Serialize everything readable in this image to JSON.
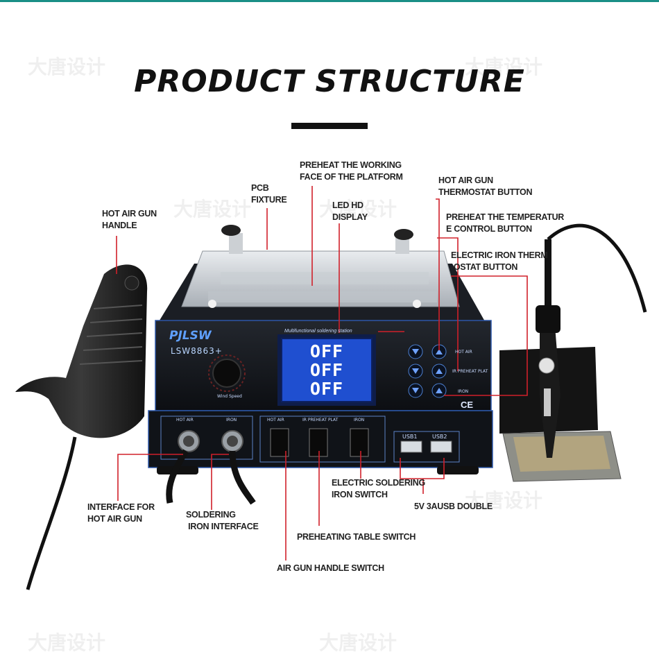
{
  "title": "PRODUCT STRUCTURE",
  "watermark": "大唐设计",
  "display": {
    "lines": [
      "OFF",
      "OFF",
      "OFF"
    ]
  },
  "device": {
    "brand": "PJLSW",
    "model": "LSW8863+",
    "subtitle": "Multifunctional soldering station",
    "knob_label": "Wind Speed",
    "btn_hot_air": "HOT AIR",
    "btn_preheat": "IR PREHEAT PLAT",
    "btn_iron": "IRON",
    "ce": "CE",
    "port_hot_air": "HOT AIR",
    "port_iron": "IRON",
    "sw_hot_air": "HOT AIR",
    "sw_preheat": "IR PREHEAT PLAT",
    "sw_iron": "IRON",
    "usb1": "USB1",
    "usb2": "USB2"
  },
  "labels": {
    "preheat_face": "PREHEAT THE WORKING\nFACE OF THE PLATFORM",
    "pcb_fixture": "PCB\nFIXTURE",
    "led_display": "LED HD\nDISPLAY",
    "hot_air_handle": "HOT AIR GUN\nHANDLE",
    "hot_air_thermostat": "HOT AIR GUN\nTHERMOSTAT BUTTON",
    "preheat_temp_btn": "PREHEAT THE TEMPERATUR\nE CONTROL BUTTON",
    "iron_thermostat": "ELECTRIC IRON THERM\n-OSTAT BUTTON",
    "iron_switch": "ELECTRIC SOLDERING\nIRON SWITCH",
    "usb": "5V 3AUSB DOUBLE",
    "hot_air_interface": "INTERFACE FOR\nHOT AIR GUN",
    "iron_interface": "SOLDERING\n IRON INTERFACE",
    "preheat_switch": "PREHEATING TABLE SWITCH",
    "air_handle_switch": "AIR GUN HANDLE SWITCH"
  },
  "colors": {
    "pointer": "#d0202a",
    "screen": "#1f4fd0",
    "body": "#15181d",
    "title_bar": "#111111"
  }
}
